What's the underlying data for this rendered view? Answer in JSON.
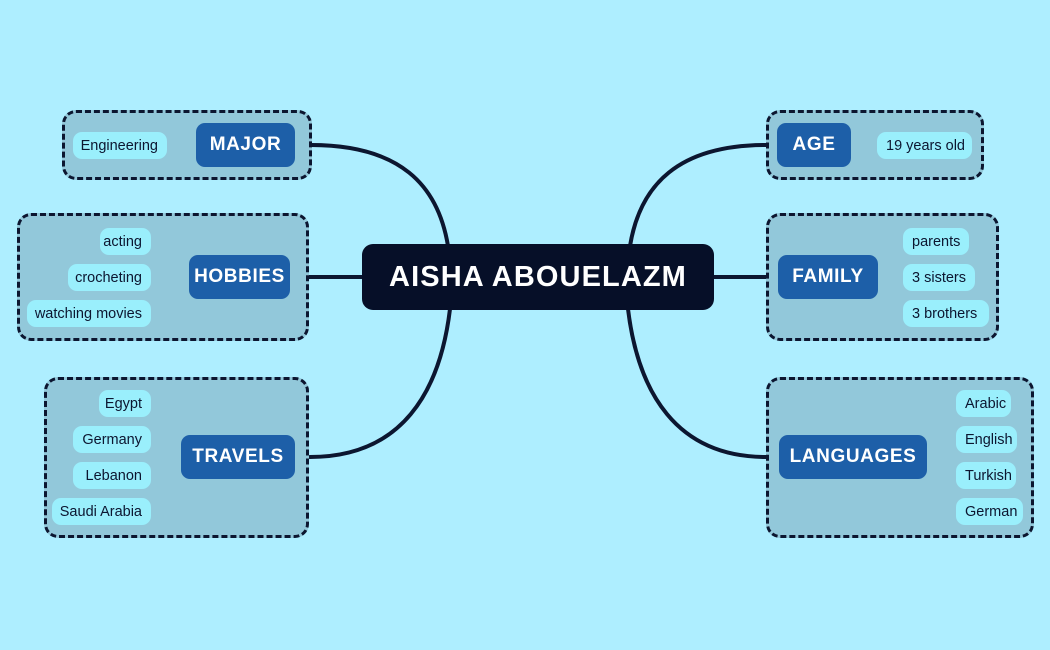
{
  "theme": {
    "background": "#aeeeff",
    "branch_fill": "#92c8da",
    "branch_border": "#0c1630",
    "node_blue": "#1d5fa8",
    "leaf_cyan": "#9aeffc",
    "center_navy": "#060f28",
    "connector": "#0c1630",
    "node_text": "#ffffff",
    "leaf_text": "#0c1630"
  },
  "center": {
    "label": "AISHA ABOUELAZM"
  },
  "branches": [
    {
      "id": "major",
      "label": "MAJOR",
      "side": "left",
      "leaves": [
        "Engineering"
      ]
    },
    {
      "id": "hobbies",
      "label": "HOBBIES",
      "side": "left",
      "leaves": [
        "acting",
        "crocheting",
        "watching movies"
      ]
    },
    {
      "id": "travels",
      "label": "TRAVELS",
      "side": "left",
      "leaves": [
        "Egypt",
        "Germany",
        "Lebanon",
        "Saudi Arabia"
      ]
    },
    {
      "id": "age",
      "label": "AGE",
      "side": "right",
      "leaves": [
        "19 years old"
      ]
    },
    {
      "id": "family",
      "label": "FAMILY",
      "side": "right",
      "leaves": [
        "parents",
        "3 sisters",
        "3 brothers"
      ]
    },
    {
      "id": "languages",
      "label": "LANGUAGES",
      "side": "right",
      "leaves": [
        "Arabic",
        "English",
        "Turkish",
        "German"
      ]
    }
  ]
}
